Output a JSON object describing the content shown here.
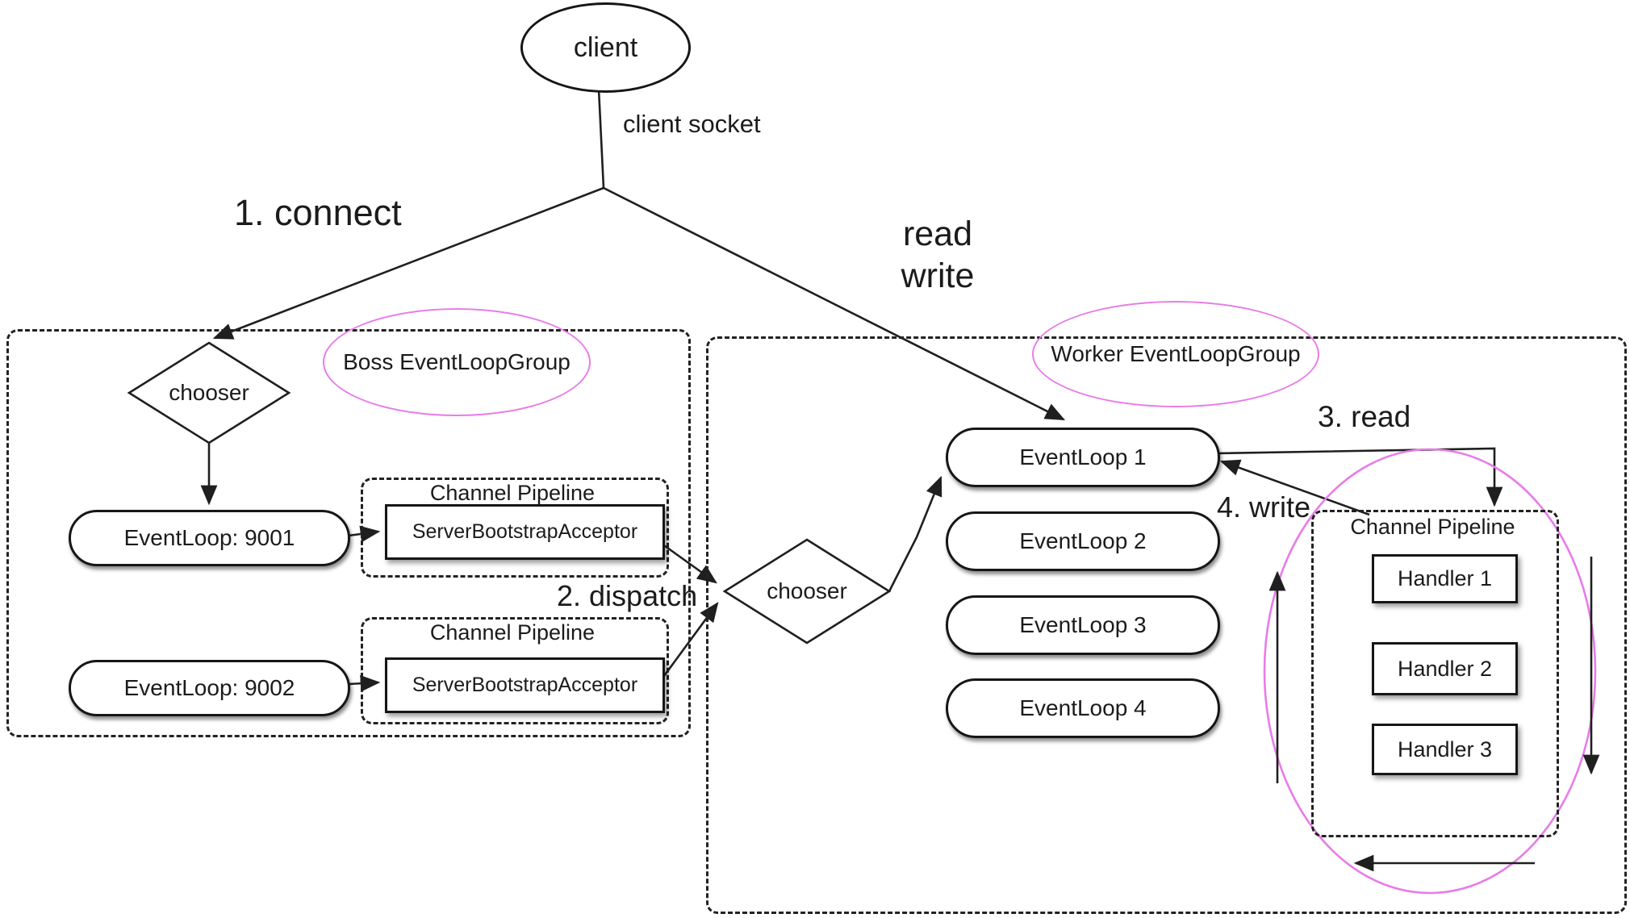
{
  "client": {
    "label": "client",
    "socket_label": "client socket"
  },
  "annotations": {
    "connect": "1. connect",
    "read_write": "read\nwrite",
    "dispatch": "2. dispatch",
    "read": "3. read",
    "write": "4. write"
  },
  "boss": {
    "group_label": "Boss EventLoopGroup",
    "chooser": "chooser",
    "event_loops": [
      "EventLoop: 9001",
      "EventLoop: 9002"
    ],
    "pipelines": [
      {
        "title": "Channel Pipeline",
        "handler": "ServerBootstrapAcceptor"
      },
      {
        "title": "Channel Pipeline",
        "handler": "ServerBootstrapAcceptor"
      }
    ]
  },
  "worker": {
    "group_label": "Worker EventLoopGroup",
    "chooser": "chooser",
    "event_loops": [
      "EventLoop 1",
      "EventLoop 2",
      "EventLoop 3",
      "EventLoop 4"
    ],
    "pipeline": {
      "title": "Channel Pipeline",
      "handlers": [
        "Handler 1",
        "Handler 2",
        "Handler 3"
      ]
    }
  },
  "colors": {
    "line": "#1f1f1f",
    "highlight": "#e87ce8"
  }
}
